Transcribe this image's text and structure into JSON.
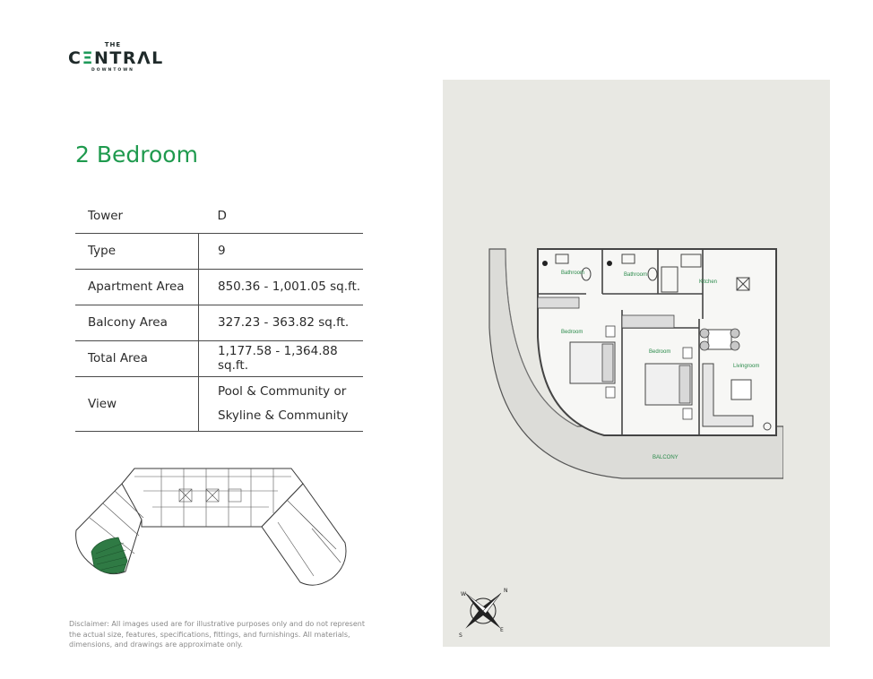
{
  "brand": {
    "the": "THE",
    "central_pre": "C",
    "central_e": "Ξ",
    "central_post": "NTRΛL",
    "downtown": "DOWNTOWN",
    "accent_color": "#1f9a4e"
  },
  "unit_title": "2 Bedroom",
  "specs": [
    {
      "label": "Tower",
      "value": "D"
    },
    {
      "label": "Type",
      "value": "9"
    },
    {
      "label": "Apartment Area",
      "value": "850.36 - 1,001.05 sq.ft."
    },
    {
      "label": "Balcony Area",
      "value": "327.23 - 363.82 sq.ft."
    },
    {
      "label": "Total Area",
      "value": "1,177.58 - 1,364.88 sq.ft."
    },
    {
      "label": "View",
      "value_line1": "Pool & Community or",
      "value_line2": "Skyline & Community"
    }
  ],
  "disclaimer": "Disclaimer: All images used are for illustrative purposes only and do not represent the actual size, features, specifications, fittings, and furnishings. All materials, dimensions, and drawings are approximate only.",
  "floorplan": {
    "rooms": {
      "bathroom_1": "Bathroom",
      "bathroom_2": "Bathroom",
      "kitchen": "Kitchen",
      "bedroom_1": "Bedroom",
      "bedroom_2": "Bedroom",
      "livingroom": "Livingroom",
      "balcony": "BALCONY"
    },
    "compass": {
      "north": "N",
      "south": "S",
      "east": "E",
      "west": "W"
    }
  }
}
